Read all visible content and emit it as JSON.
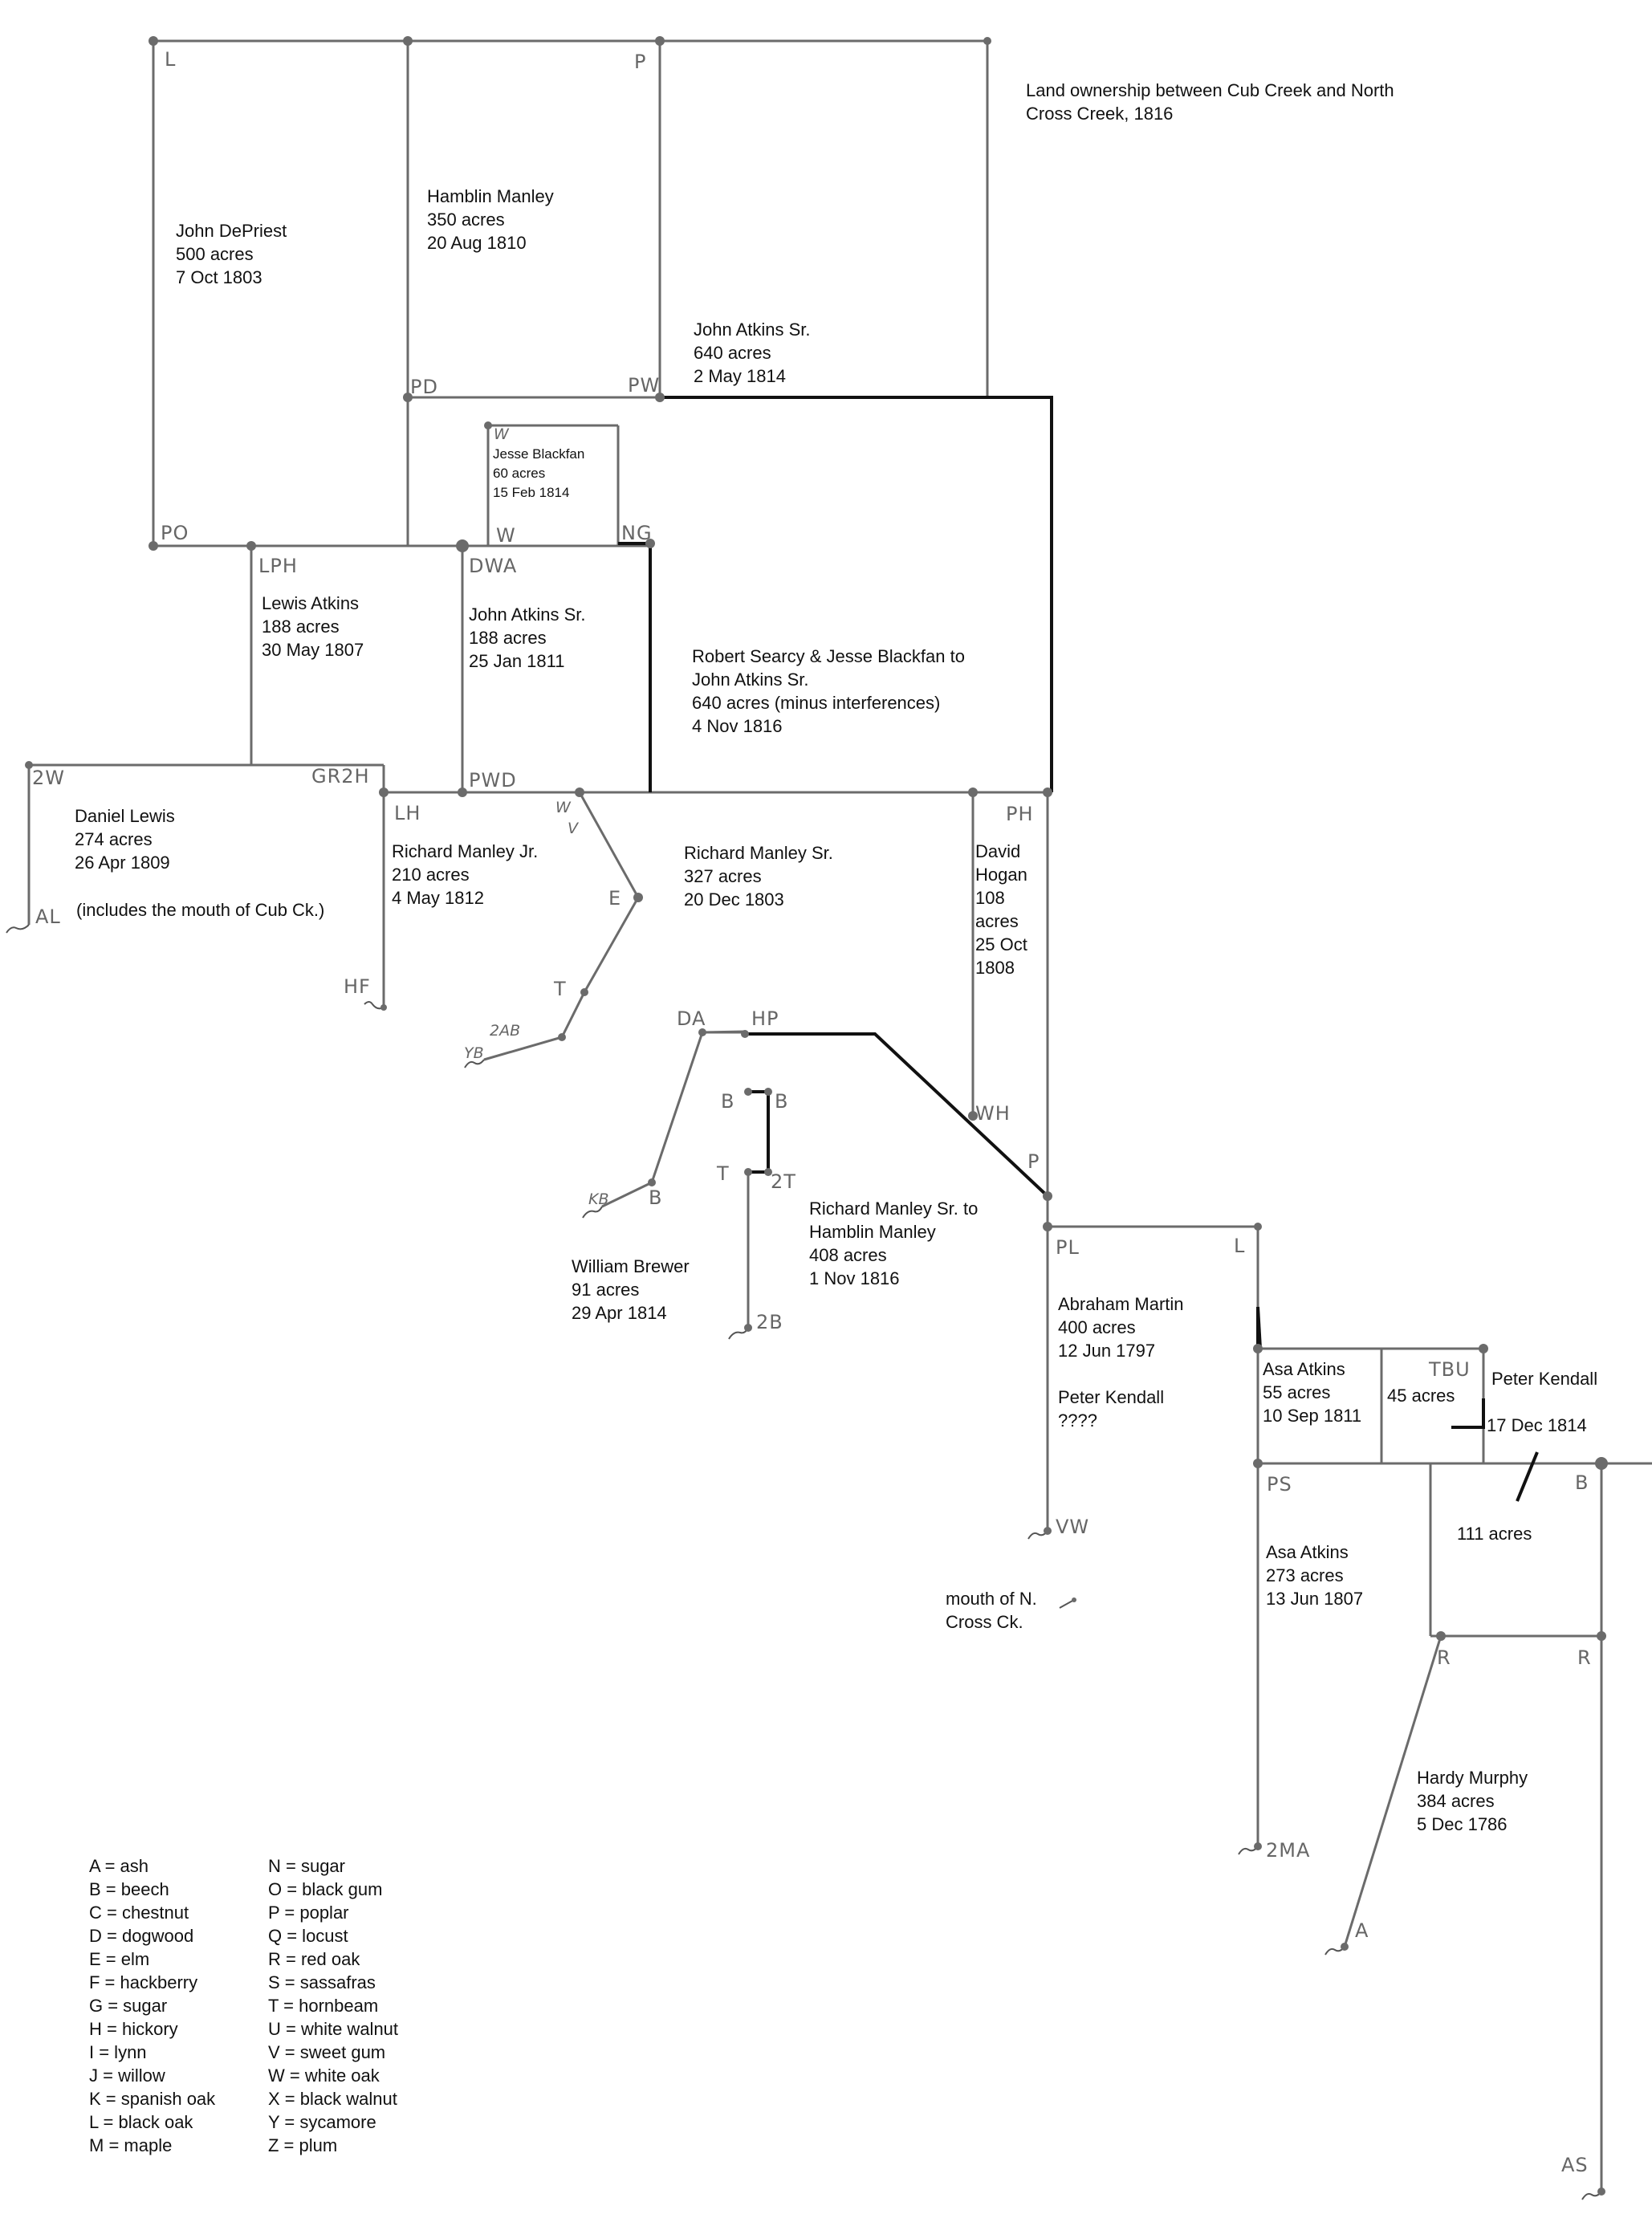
{
  "title": "Land ownership between Cub Creek and North Cross Creek, 1816",
  "tracts": {
    "depriest": [
      "John DePriest",
      "500 acres",
      "7 Oct 1803"
    ],
    "hamblin": [
      "Hamblin Manley",
      "350 acres",
      "20 Aug 1810"
    ],
    "atkins640": [
      "John Atkins Sr.",
      "640 acres",
      "2 May 1814"
    ],
    "blackfan": [
      "Jesse Blackfan",
      "60 acres",
      "15 Feb 1814"
    ],
    "searcy": [
      "Robert Searcy & Jesse Blackfan to",
      "John Atkins Sr.",
      "640 acres (minus interferences)",
      "4 Nov 1816"
    ],
    "lewis": [
      "Lewis Atkins",
      "188 acres",
      "30 May 1807"
    ],
    "atkins188": [
      "John Atkins Sr.",
      "188 acres",
      "25 Jan 1811"
    ],
    "daniel": [
      "Daniel Lewis",
      "274 acres",
      "26 Apr 1809"
    ],
    "daniel_note": "(includes the mouth of Cub Ck.)",
    "rmjr": [
      "Richard Manley Jr.",
      "210 acres",
      "4 May 1812"
    ],
    "rmsr": [
      "Richard Manley Sr.",
      "327 acres",
      "20 Dec 1803"
    ],
    "hogan": [
      "David",
      "Hogan",
      "",
      "108",
      "acres",
      "",
      "25 Oct",
      "1808"
    ],
    "rmsr_hm": [
      "Richard Manley Sr. to",
      "Hamblin Manley",
      "408 acres",
      "1 Nov 1816"
    ],
    "brewer": [
      "William Brewer",
      "91 acres",
      "29 Apr 1814"
    ],
    "martin": [
      "Abraham Martin",
      "400 acres",
      "12 Jun 1797"
    ],
    "martin_kendall": [
      "Peter Kendall",
      "????"
    ],
    "asa55": [
      "Asa Atkins",
      "55 acres",
      "10 Sep 1811"
    ],
    "kendall45": "45 acres",
    "kendall_name": "Peter Kendall",
    "kendall_date": "17 Dec 1814",
    "kendall111": "111 acres",
    "asa273": [
      "Asa Atkins",
      "273 acres",
      "13 Jun 1807"
    ],
    "murphy": [
      "Hardy Murphy",
      "384 acres",
      "5 Dec 1786"
    ],
    "mouth_ncc": [
      "mouth of N.",
      "Cross Ck."
    ]
  },
  "corners": {
    "L_top": "L",
    "P_top": "P",
    "PD": "PD",
    "PW": "PW",
    "PO": "PO",
    "W_bf_top": "W",
    "W_bf_bot": "W",
    "NG": "NG",
    "LPH": "LPH",
    "DWA": "DWA",
    "TWO_W": "2W",
    "GR2H": "GR2H",
    "PWD": "PWD",
    "LH": "LH",
    "AL": "AL",
    "HF": "HF",
    "W_rm": "W",
    "V_rm": "V",
    "E_rm": "E",
    "T_rm": "T",
    "TWO_AB": "2AB",
    "YB": "YB",
    "PH": "PH",
    "DA": "DA",
    "HP": "HP",
    "B1": "B",
    "B2": "B",
    "T_hm": "T",
    "TWO_T": "2T",
    "KB": "KB",
    "B_kb": "B",
    "TWO_B": "2B",
    "WH": "WH",
    "P_mid": "P",
    "PL": "PL",
    "L_mid": "L",
    "TBU": "TBU",
    "PS": "PS",
    "B_right": "B",
    "VW": "VW",
    "R1": "R",
    "R2": "R",
    "TWO_MA": "2MA",
    "A_bot": "A",
    "AS": "AS"
  },
  "legend_left": [
    "A = ash",
    "B = beech",
    "C = chestnut",
    "D = dogwood",
    "E = elm",
    "F = hackberry",
    "G = sugar",
    "H = hickory",
    "I = lynn",
    "J = willow",
    "K = spanish oak",
    "L = black oak",
    "M = maple"
  ],
  "legend_right": [
    "N = sugar",
    "O = black gum",
    "P = poplar",
    "Q = locust",
    "R = red oak",
    "S = sassafras",
    "T = hornbeam",
    "U = white walnut",
    "V = sweet gum",
    "W = white oak",
    "X = black walnut",
    "Y = sycamore",
    "Z = plum"
  ]
}
